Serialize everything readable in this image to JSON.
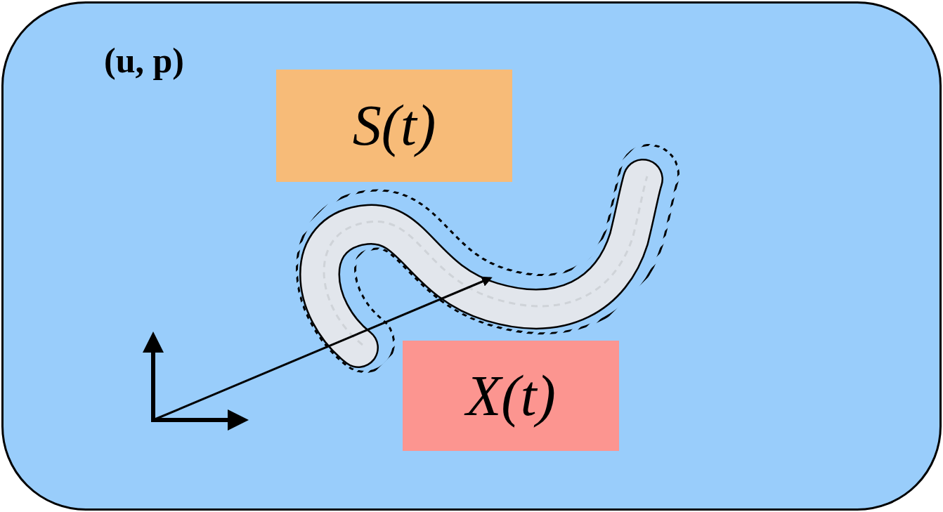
{
  "diagram": {
    "nodes": [
      {
        "text": [
          "(u, p)"
        ]
      },
      {
        "text": [
          "S(t)"
        ],
        "in": 0
      },
      {
        "text": [
          "X(t)"
        ],
        "in": 0
      }
    ]
  }
}
